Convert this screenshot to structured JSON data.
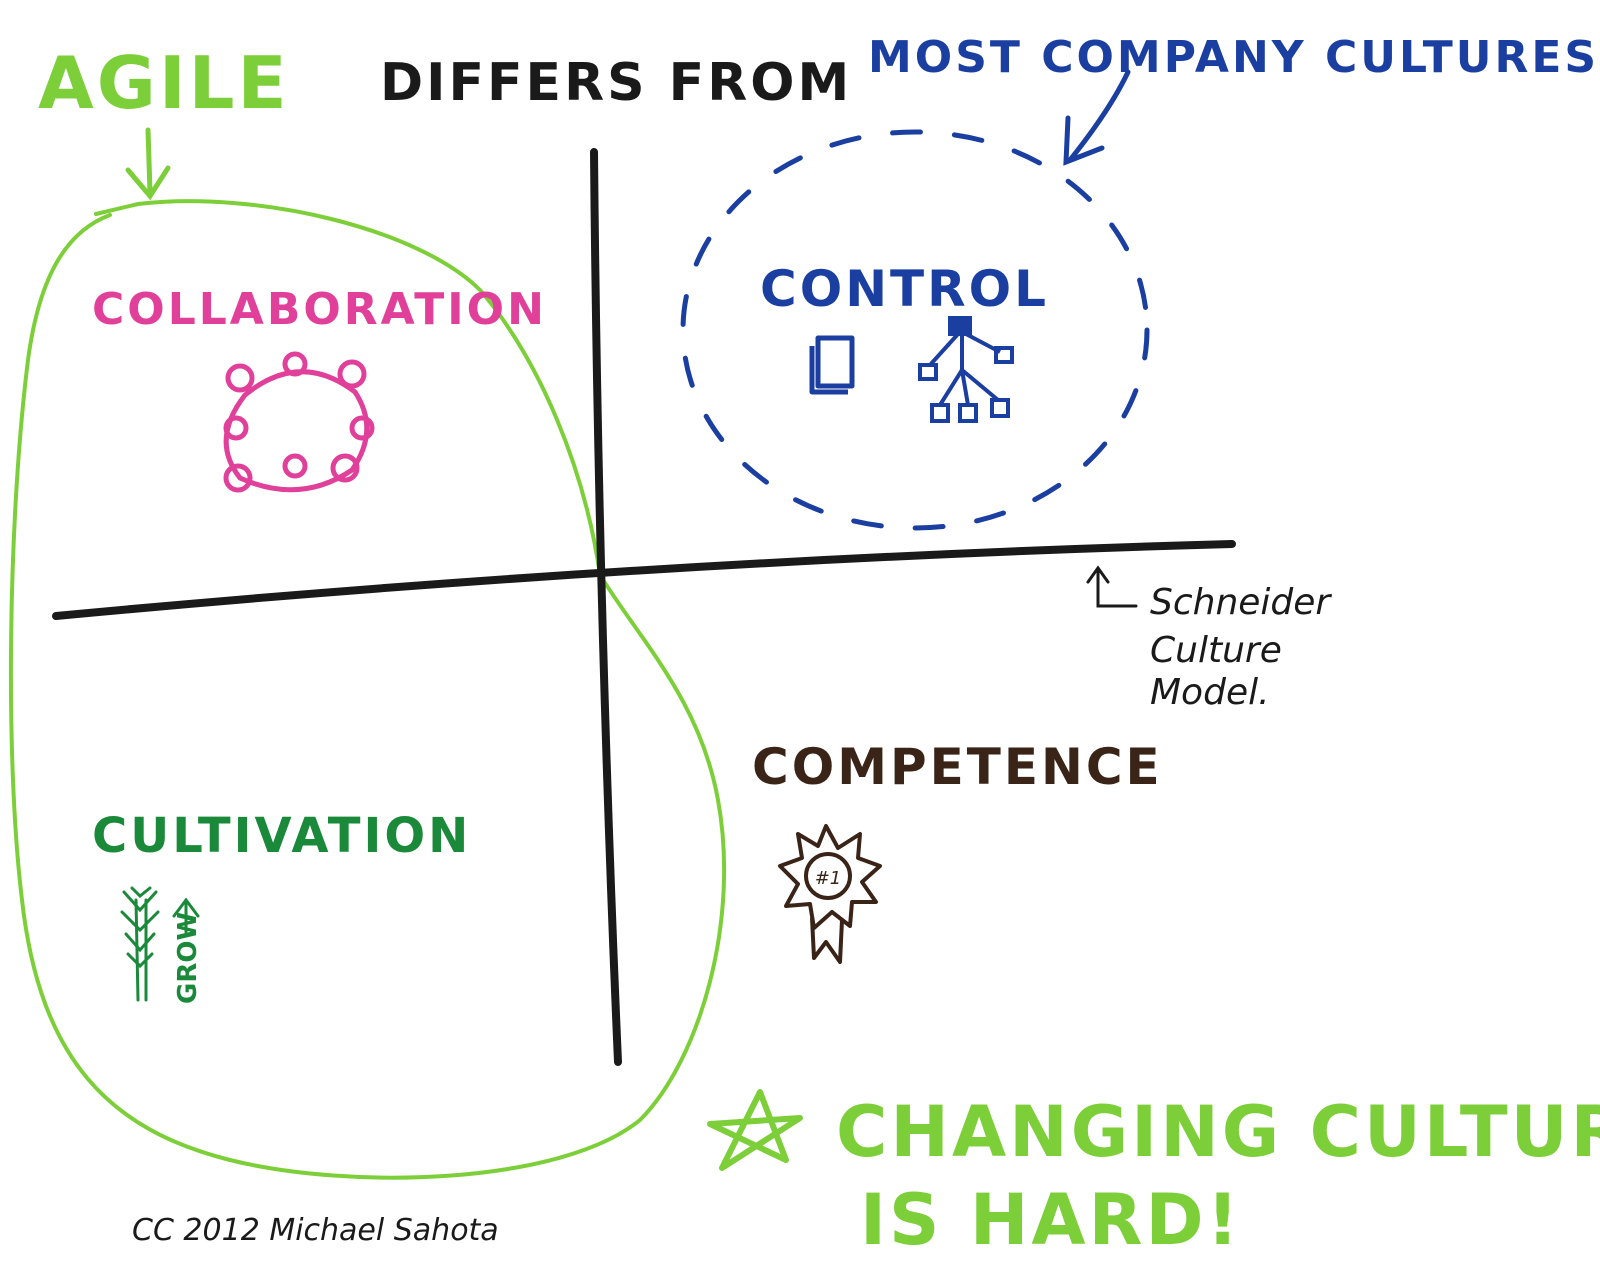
{
  "title": {
    "agile": "AGILE",
    "differs": "DIFFERS FROM",
    "most_company_cultures": "MOST COMPANY CULTURES"
  },
  "quadrants": {
    "collaboration": "COLLABORATION",
    "control": "CONTROL",
    "cultivation": "CULTIVATION",
    "competence": "COMPETENCE"
  },
  "model_note": {
    "line1": "Schneider",
    "line2": "Culture",
    "line3": "Model."
  },
  "badge_label": "#1",
  "grow_label": "GROW",
  "footer": {
    "changing_line1": "CHANGING CULTURE",
    "changing_line2": "IS HARD!",
    "credit": "CC 2012 Michael Sahota"
  },
  "colors": {
    "green": "#7dcf3a",
    "dark_green": "#1a8a3a",
    "pink": "#e0409a",
    "blue": "#1a3fa0",
    "black": "#1a1a1a",
    "brown": "#3a2418"
  },
  "icons": {
    "collaboration": "people-circle-icon",
    "control_doc": "document-stack-icon",
    "control_hierarchy": "org-chart-icon",
    "competence": "award-ribbon-icon",
    "cultivation": "tree-icon",
    "changing": "star-icon"
  }
}
